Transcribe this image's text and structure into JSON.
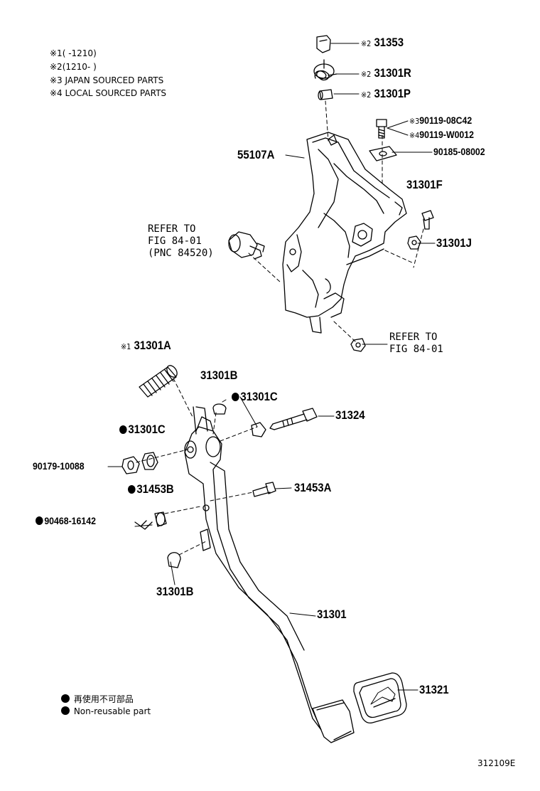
{
  "notes": [
    {
      "mark": "※1",
      "text": "(        -1210)"
    },
    {
      "mark": "※2",
      "text": "(1210-        )"
    },
    {
      "mark": "※3",
      "text": "JAPAN SOURCED PARTS"
    },
    {
      "mark": "※4",
      "text": "LOCAL SOURCED PARTS"
    }
  ],
  "marks": {
    "m1": "※1",
    "m2": "※2",
    "m3": "※3",
    "m4": "※4"
  },
  "parts": {
    "p31353": "31353",
    "p31301R": "31301R",
    "p31301P": "31301P",
    "p90119a": "90119-08C42",
    "p90119b": "90119-W0012",
    "p55107A": "55107A",
    "p90185": "90185-08002",
    "p31301F": "31301F",
    "p31301J": "31301J",
    "p31301A": "31301A",
    "p31301B_top": "31301B",
    "p31301C_right": "31301C",
    "p31324": "31324",
    "p31301C_left": "31301C",
    "p90179": "90179-10088",
    "p31453B": "31453B",
    "p31453A": "31453A",
    "p90468": "90468-16142",
    "p31301B_bottom": "31301B",
    "p31301": "31301",
    "p31321": "31321"
  },
  "refs": {
    "switch": {
      "line1": "REFER TO",
      "line2": "FIG 84-01",
      "line3": "(PNC 84520)"
    },
    "nut": {
      "line1": "REFER TO",
      "line2": "FIG 84-01"
    }
  },
  "legend": [
    {
      "text": "再使用不可部品"
    },
    {
      "text": "Non-reusable part"
    }
  ],
  "figure_code": "312109E"
}
